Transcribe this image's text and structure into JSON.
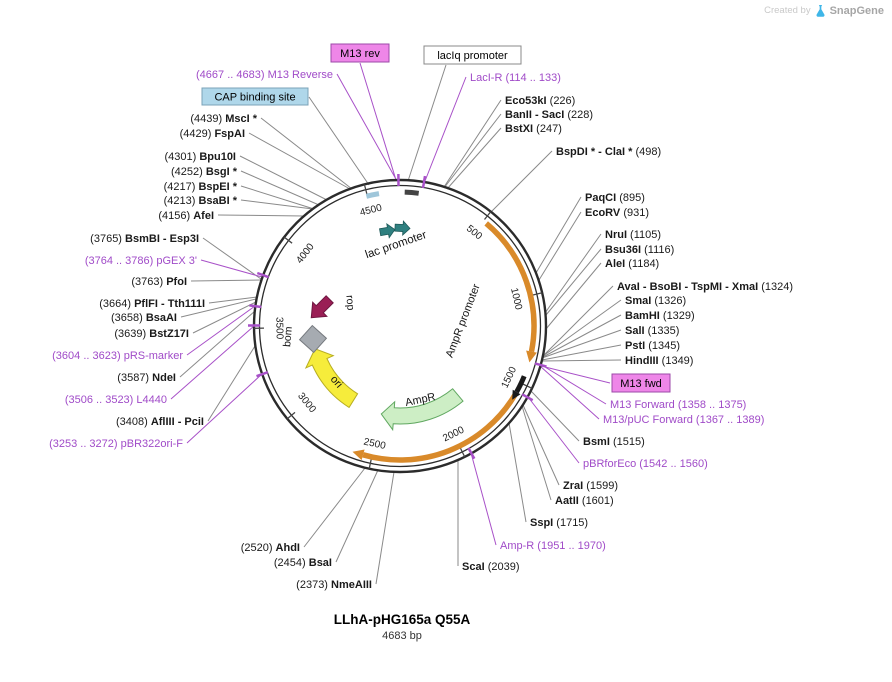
{
  "watermark": {
    "created_by": "Created by",
    "brand": "SnapGene"
  },
  "plasmid": {
    "name": "LLhA-pHG165a Q55A",
    "length": "4683 bp"
  },
  "colors": {
    "primer_purple": "#a04bc8",
    "primer_box_fill": "#ee86e8",
    "primer_box_border": "#9c4aa8",
    "cap_box_fill": "#afd7ea",
    "cap_box_border": "#7ba3b8",
    "orf_orange": "#d98a2a",
    "ampr_green_fill": "#cdeec5",
    "ampr_green_border": "#61a861",
    "ori_yellow_fill": "#f6ec3b",
    "ori_yellow_border": "#b8ae22",
    "rop_maroon": "#9a1e55",
    "bom_gray": "#a6abb1",
    "lac_teal": "#2f8080",
    "ring_dark": "#2b2b2b"
  },
  "ticks": [
    "500",
    "1000",
    "1500",
    "2000",
    "2500",
    "3000",
    "3500",
    "4000",
    "4500"
  ],
  "features": {
    "lac_promoter": "lac promoter",
    "ampr_promoter": "AmpR promoter",
    "ampr": "AmpR",
    "ori": "ori",
    "rop": "rop",
    "bom": "bom"
  },
  "boxed_labels": {
    "m13_rev": "M13 rev",
    "m13_fwd": "M13 fwd",
    "laciq_promoter": "lacIq promoter",
    "cap_binding_site": "CAP binding site"
  },
  "labels": {
    "left": [
      {
        "pre": "(4667 .. 4683) ",
        "main": "M13 Reverse"
      },
      {
        "pre": "(4439) ",
        "main": "MscI *"
      },
      {
        "pre": "(4429) ",
        "main": "FspAI"
      },
      {
        "pre": "(4301) ",
        "main": "Bpu10I"
      },
      {
        "pre": "(4252) ",
        "main": "BsgI *"
      },
      {
        "pre": "(4217) ",
        "main": "BspEI *"
      },
      {
        "pre": "(4213) ",
        "main": "BsaBI *"
      },
      {
        "pre": "(4156) ",
        "main": "AfeI"
      },
      {
        "pre": "(3765) ",
        "main": "BsmBI - Esp3I"
      },
      {
        "pre": "(3764 .. 3786) ",
        "main": "pGEX 3'"
      },
      {
        "pre": "(3763) ",
        "main": "PfoI"
      },
      {
        "pre": "(3664) ",
        "main": "PflFI - Tth111I"
      },
      {
        "pre": "(3658) ",
        "main": "BsaAI"
      },
      {
        "pre": "(3639) ",
        "main": "BstZ17I"
      },
      {
        "pre": "(3604 .. 3623) ",
        "main": "pRS-marker"
      },
      {
        "pre": "(3587) ",
        "main": "NdeI"
      },
      {
        "pre": "(3506 .. 3523) ",
        "main": "L4440"
      },
      {
        "pre": "(3408) ",
        "main": "AflIII - PciI"
      },
      {
        "pre": "(3253 .. 3272) ",
        "main": "pBR322ori-F"
      },
      {
        "pre": "(2520) ",
        "main": "AhdI"
      },
      {
        "pre": "(2454) ",
        "main": "BsaI"
      },
      {
        "pre": "(2373) ",
        "main": "NmeAIII"
      }
    ],
    "right": [
      {
        "main": "LacI-R",
        "post": " (114 .. 133)"
      },
      {
        "main": "Eco53kI",
        "post": " (226)"
      },
      {
        "main": "BanII - SacI",
        "post": " (228)"
      },
      {
        "main": "BstXI",
        "post": " (247)"
      },
      {
        "main": "BspDI * - ClaI *",
        "post": " (498)"
      },
      {
        "main": "PaqCI",
        "post": " (895)"
      },
      {
        "main": "EcoRV",
        "post": " (931)"
      },
      {
        "main": "NruI",
        "post": " (1105)"
      },
      {
        "main": "Bsu36I",
        "post": " (1116)"
      },
      {
        "main": "AleI",
        "post": " (1184)"
      },
      {
        "main": "AvaI - BsoBI - TspMI - XmaI",
        "post": " (1324)"
      },
      {
        "main": "SmaI",
        "post": " (1326)"
      },
      {
        "main": "BamHI",
        "post": " (1329)"
      },
      {
        "main": "SalI",
        "post": " (1335)"
      },
      {
        "main": "PstI",
        "post": " (1345)"
      },
      {
        "main": "HindIII",
        "post": " (1349)"
      },
      {
        "main": "M13 Forward",
        "post": " (1358 .. 1375)"
      },
      {
        "main": "M13/pUC Forward",
        "post": " (1367 .. 1389)"
      },
      {
        "main": "BsmI",
        "post": " (1515)"
      },
      {
        "main": "pBRforEco",
        "post": " (1542 .. 1560)"
      },
      {
        "main": "ZraI",
        "post": " (1599)"
      },
      {
        "main": "AatII",
        "post": " (1601)"
      },
      {
        "main": "SspI",
        "post": " (1715)"
      },
      {
        "main": "Amp-R",
        "post": " (1951 .. 1970)"
      },
      {
        "main": "ScaI",
        "post": " (2039)"
      }
    ]
  }
}
